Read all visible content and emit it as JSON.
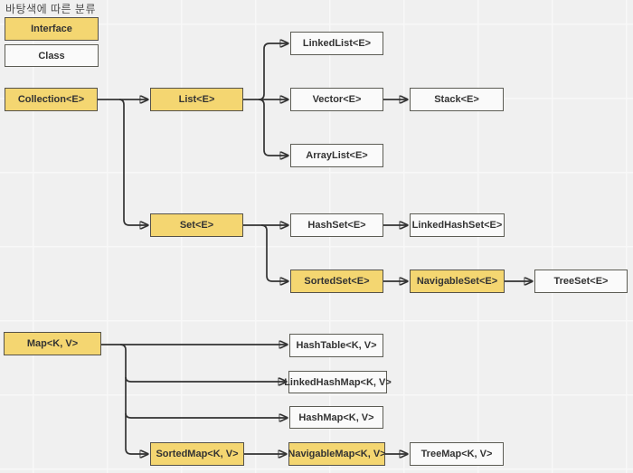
{
  "title": "바탕색에 따른 분류",
  "legend": {
    "interface_label": "Interface",
    "class_label": "Class"
  },
  "colors": {
    "interface_fill": "#f4d671",
    "class_fill": "#fafafa",
    "box_border": "#5c5c54",
    "edge_line": "#333333",
    "background": "#f0f0f0",
    "gridline": "#f8f8f8",
    "text": "#333333"
  },
  "nodes": {
    "collection": {
      "label": "Collection<E>",
      "kind": "interface"
    },
    "list": {
      "label": "List<E>",
      "kind": "interface"
    },
    "linkedlist": {
      "label": "LinkedList<E>",
      "kind": "class"
    },
    "vector": {
      "label": "Vector<E>",
      "kind": "class"
    },
    "stack": {
      "label": "Stack<E>",
      "kind": "class"
    },
    "arraylist": {
      "label": "ArrayList<E>",
      "kind": "class"
    },
    "set": {
      "label": "Set<E>",
      "kind": "interface"
    },
    "hashset": {
      "label": "HashSet<E>",
      "kind": "class"
    },
    "linkedhashset": {
      "label": "LinkedHashSet<E>",
      "kind": "class"
    },
    "sortedset": {
      "label": "SortedSet<E>",
      "kind": "interface"
    },
    "navigableset": {
      "label": "NavigableSet<E>",
      "kind": "interface"
    },
    "treeset": {
      "label": "TreeSet<E>",
      "kind": "class"
    },
    "map": {
      "label": "Map<K, V>",
      "kind": "interface"
    },
    "hashtable": {
      "label": "HashTable<K, V>",
      "kind": "class"
    },
    "linkedhashmap": {
      "label": "LinkedHashMap<K, V>",
      "kind": "class"
    },
    "hashmap": {
      "label": "HashMap<K, V>",
      "kind": "class"
    },
    "sortedmap": {
      "label": "SortedMap<K, V>",
      "kind": "interface"
    },
    "navigablemap": {
      "label": "NavigableMap<K, V>",
      "kind": "interface"
    },
    "treemap": {
      "label": "TreeMap<K, V>",
      "kind": "class"
    }
  },
  "edges": [
    [
      "collection",
      "list"
    ],
    [
      "collection",
      "set"
    ],
    [
      "list",
      "linkedlist"
    ],
    [
      "list",
      "vector"
    ],
    [
      "list",
      "arraylist"
    ],
    [
      "vector",
      "stack"
    ],
    [
      "set",
      "hashset"
    ],
    [
      "set",
      "sortedset"
    ],
    [
      "hashset",
      "linkedhashset"
    ],
    [
      "sortedset",
      "navigableset"
    ],
    [
      "navigableset",
      "treeset"
    ],
    [
      "map",
      "hashtable"
    ],
    [
      "map",
      "linkedhashmap"
    ],
    [
      "map",
      "hashmap"
    ],
    [
      "map",
      "sortedmap"
    ],
    [
      "sortedmap",
      "navigablemap"
    ],
    [
      "navigablemap",
      "treemap"
    ]
  ]
}
